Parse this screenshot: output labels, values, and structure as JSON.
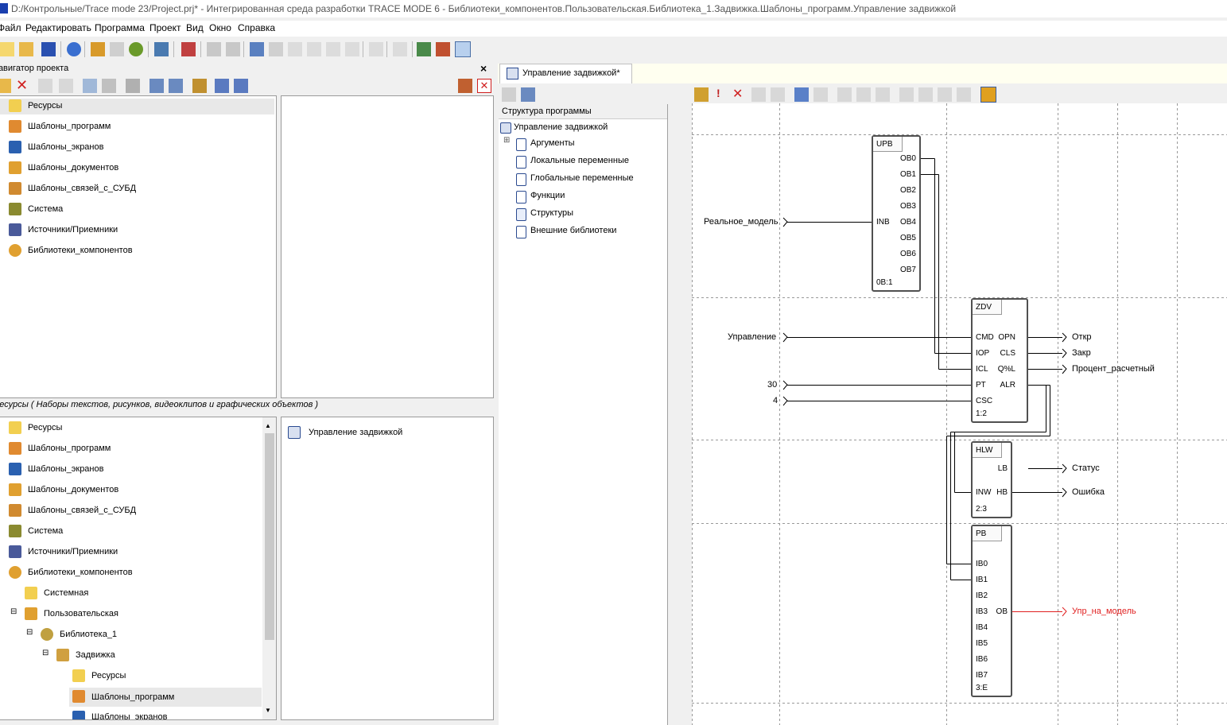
{
  "window": {
    "title": "D:/Контрольные/Trace mode 23/Project.prj* - Интегрированная среда разработки TRACE MODE 6 - Библиотеки_компонентов.Пользовательская.Библиотека_1.Задвижка.Шаблоны_программ.Управление задвижкой"
  },
  "menu": [
    "Файл",
    "Редактировать",
    "Программа",
    "Проект",
    "Вид",
    "Окно",
    "Справка"
  ],
  "navigator": {
    "title": "Навигатор проекта",
    "tree_top": [
      "Ресурсы",
      "Шаблоны_программ",
      "Шаблоны_экранов",
      "Шаблоны_документов",
      "Шаблоны_связей_с_СУБД",
      "Система",
      "Источники/Приемники",
      "Библиотеки_компонентов"
    ],
    "caption": "Ресурсы ( Наборы текстов, рисунков, видеоклипов и графических объектов )",
    "tree_bottom": [
      "Ресурсы",
      "Шаблоны_программ",
      "Шаблоны_экранов",
      "Шаблоны_документов",
      "Шаблоны_связей_с_СУБД",
      "Система",
      "Источники/Приемники",
      "Библиотеки_компонентов",
      "Системная",
      "Пользовательская",
      "Библиотека_1",
      "Задвижка",
      "Ресурсы",
      "Шаблоны_программ",
      "Шаблоны_экранов"
    ],
    "list_item": "Управление задвижкой"
  },
  "editor": {
    "tab": "Управление задвижкой*",
    "structure_title": "Структура программы",
    "structure_root": "Управление задвижкой",
    "structure_items": [
      "Аргументы",
      "Локальные переменные",
      "Глобальные переменные",
      "Функции",
      "Структуры",
      "Внешние библиотеки"
    ]
  },
  "fbd": {
    "upb": {
      "name": "UPB",
      "input": "INB",
      "outputs": [
        "OB0",
        "OB1",
        "OB2",
        "OB3",
        "OB4",
        "OB5",
        "OB6",
        "OB7"
      ],
      "order": "0B:1"
    },
    "zdv": {
      "name": "ZDV",
      "inputs": [
        "CMD",
        "IOP",
        "ICL",
        "PT",
        "CSC"
      ],
      "outputs": [
        "OPN",
        "CLS",
        "Q%L",
        "ALR"
      ],
      "order": "1:2"
    },
    "hlw": {
      "name": "HLW",
      "input": "INW",
      "outputs": [
        "LB",
        "HB"
      ],
      "order": "2:3"
    },
    "pb": {
      "name": "PB",
      "inputs": [
        "IB0",
        "IB1",
        "IB2",
        "IB3",
        "IB4",
        "IB5",
        "IB6",
        "IB7"
      ],
      "output": "OB",
      "order": "3:E"
    },
    "signals_in": {
      "model": "Реальное_модель",
      "control": "Управление",
      "pt": "30",
      "csc": "4"
    },
    "signals_out": {
      "open": "Откр",
      "close": "Закр",
      "percent": "Процент_расчетный",
      "status": "Статус",
      "error": "Ошибка",
      "cmd_model": "Упр_на_модель"
    }
  }
}
